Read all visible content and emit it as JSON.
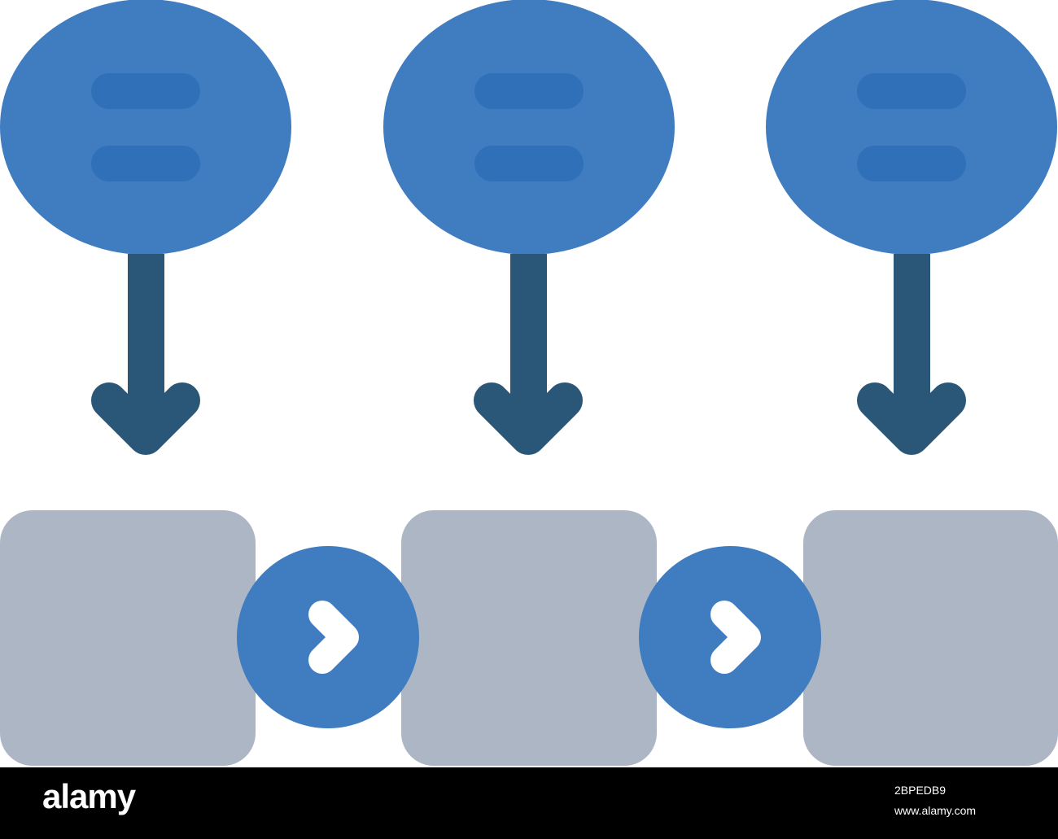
{
  "diagram": {
    "colors": {
      "bubble": "#3f7cc0",
      "bubble_line": "#2f70b8",
      "arrow": "#2a5777",
      "box": "#adb6c4",
      "connector": "#3f7cc0",
      "connector_chevron": "#ffffff"
    },
    "bubbles": [
      {
        "id": "bubble-1",
        "icon": "message-bubble-icon"
      },
      {
        "id": "bubble-2",
        "icon": "message-bubble-icon"
      },
      {
        "id": "bubble-3",
        "icon": "message-bubble-icon"
      }
    ],
    "arrows": [
      {
        "icon": "down-arrow-icon"
      },
      {
        "icon": "down-arrow-icon"
      },
      {
        "icon": "down-arrow-icon"
      }
    ],
    "boxes": [
      {
        "id": "box-1"
      },
      {
        "id": "box-2"
      },
      {
        "id": "box-3"
      }
    ],
    "connectors": [
      {
        "icon": "chevron-right-icon"
      },
      {
        "icon": "chevron-right-icon"
      }
    ]
  },
  "footer": {
    "brand": "alamy",
    "image_id": "2BPEDB9",
    "site_url": "www.alamy.com"
  }
}
